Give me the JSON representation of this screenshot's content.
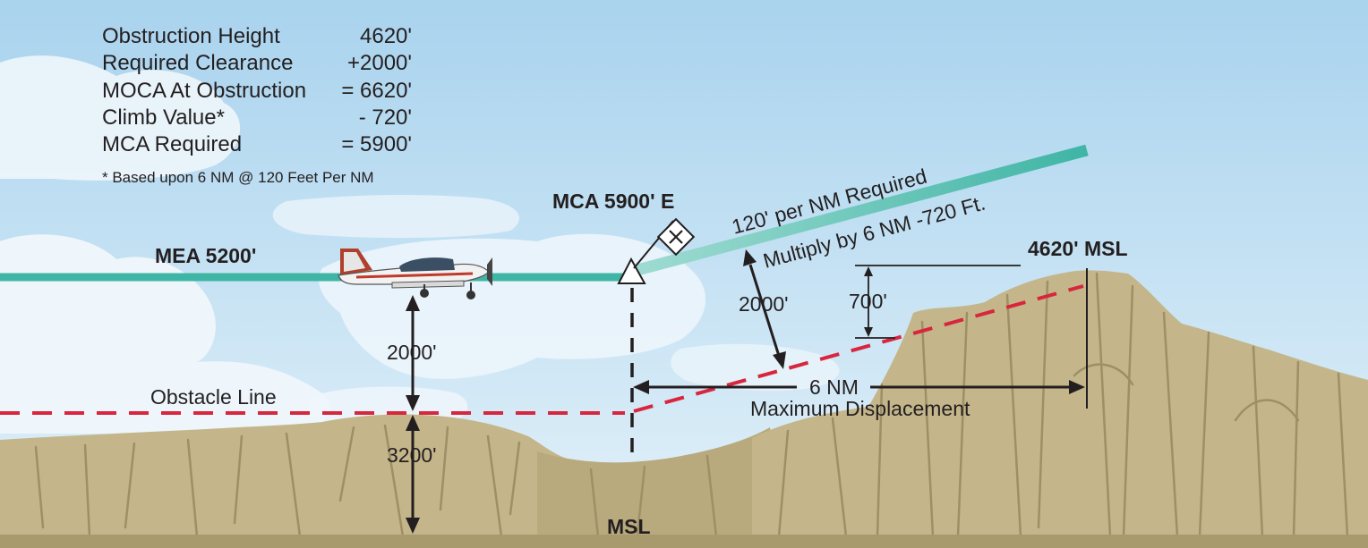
{
  "calc_table": {
    "rows": [
      {
        "label": "Obstruction Height",
        "value": "4620'"
      },
      {
        "label": "Required Clearance",
        "value": "+2000'"
      },
      {
        "label": "MOCA At Obstruction",
        "value": "= 6620'"
      },
      {
        "label": "Climb Value*",
        "value": "- 720'"
      },
      {
        "label": "MCA Required",
        "value": "= 5900'"
      }
    ],
    "footnote": "* Based upon 6 NM @ 120 Feet Per NM"
  },
  "labels": {
    "mea": "MEA 5200'",
    "mca": "MCA 5900' E",
    "climb_rate": "120' per NM Required",
    "climb_calc": "Multiply by 6 NM -720 Ft.",
    "peak": "4620' MSL",
    "clearance_left": "2000'",
    "clearance_right": "2000'",
    "height_700": "700'",
    "obstacle_line": "Obstacle Line",
    "terrain_height": "3200'",
    "distance": "6 NM",
    "displacement": "Maximum Displacement",
    "msl": "MSL"
  },
  "colors": {
    "sky_top": "#a9d3ee",
    "sky_bottom": "#e3f1f9",
    "cloud": "#eef6fb",
    "route": "#3fb5a5",
    "obstacle_line": "#d7263d",
    "terrain": "#c4b68a",
    "terrain_shadow": "#9e9066",
    "ground": "#a89a6c",
    "ink": "#231f20"
  },
  "icons": [
    "airplane-icon",
    "fix-x-icon",
    "navaid-triangle-icon"
  ]
}
